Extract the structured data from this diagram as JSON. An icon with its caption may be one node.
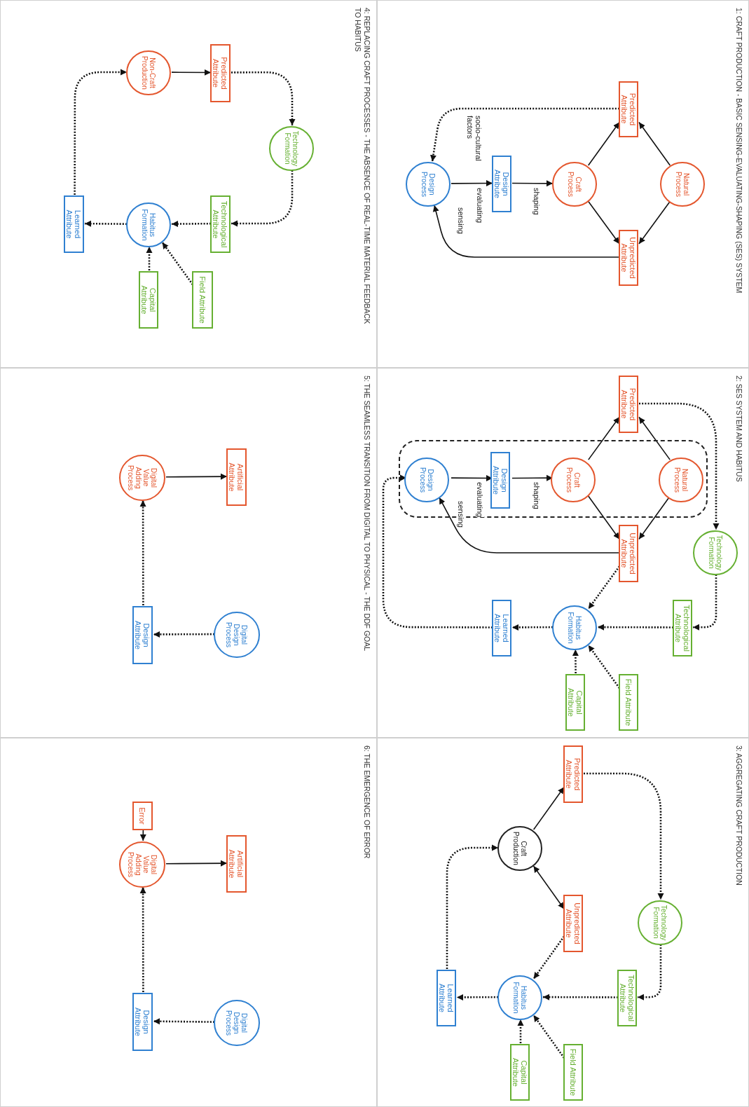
{
  "diagram": {
    "nodes": [
      {
        "text": [
          "1: CRAFT PRODUCTION - BASIC SENSING-EVALUATING-SHAPING (SES) SYSTEM"
        ]
      },
      {
        "text": [
          "Natural Process"
        ],
        "in": 0
      },
      {
        "text": [
          "Predicted Attribute"
        ],
        "in": 0
      },
      {
        "text": [
          "Unpredicted Attribute"
        ],
        "in": 0
      },
      {
        "text": [
          "Craft Process"
        ],
        "in": 0
      },
      {
        "text": [
          "Design Attribute"
        ],
        "in": 0
      },
      {
        "text": [
          "Design Process"
        ],
        "in": 0
      },
      {
        "text": [
          "2: SES SYSTEM AND HABITUS"
        ]
      },
      {
        "text": [
          "Predicted Attribute"
        ],
        "in": 7
      },
      {
        "text": [],
        "shape": "box",
        "in": 7
      },
      {
        "text": [
          "Natural Process"
        ],
        "in": 9
      },
      {
        "text": [
          "Craft Process"
        ],
        "in": 9
      },
      {
        "text": [
          "Design Attribute"
        ],
        "in": 9
      },
      {
        "text": [
          "Design Process"
        ],
        "in": 9
      },
      {
        "text": [
          "Unpredicted Attribute"
        ],
        "in": 7
      },
      {
        "text": [
          "Technology Formation"
        ],
        "in": 7
      },
      {
        "text": [
          "Technological Attribute"
        ],
        "in": 7
      },
      {
        "text": [
          "Habitus Formation"
        ],
        "in": 7
      },
      {
        "text": [
          "Learned Attribute"
        ],
        "in": 7
      },
      {
        "text": [
          "Field Attribute"
        ],
        "in": 7
      },
      {
        "text": [
          "Capital Attribute"
        ],
        "in": 7
      },
      {
        "text": [
          "3: AGGREGATING CRAFT PRODUCTION"
        ]
      },
      {
        "text": [
          "Predicted Attribute"
        ],
        "in": 21
      },
      {
        "text": [
          "Craft Production"
        ],
        "in": 21
      },
      {
        "text": [
          "Unpredicted Attribute"
        ],
        "in": 21
      },
      {
        "text": [
          "Technology Formation"
        ],
        "in": 21
      },
      {
        "text": [
          "Technological Attribute"
        ],
        "in": 21
      },
      {
        "text": [
          "Habitus Formation"
        ],
        "in": 21
      },
      {
        "text": [
          "Learned Attribute"
        ],
        "in": 21
      },
      {
        "text": [
          "Field Attribute"
        ],
        "in": 21
      },
      {
        "text": [
          "Capital Attribute"
        ],
        "in": 21
      },
      {
        "text": [
          "4: REPLACING CRAFT PROCESSES - THE ABSENCE OF REAL-TIME MATERIAL FEEDBACK TO HABITUS"
        ]
      },
      {
        "text": [
          "Non-Craft Production"
        ],
        "in": 31
      },
      {
        "text": [
          "Predicted Attribute"
        ],
        "in": 31
      },
      {
        "text": [
          "Technology Formation"
        ],
        "in": 31
      },
      {
        "text": [
          "Technological Attribute"
        ],
        "in": 31
      },
      {
        "text": [
          "Habitus Formation"
        ],
        "in": 31
      },
      {
        "text": [
          "Learned Attribute"
        ],
        "in": 31
      },
      {
        "text": [
          "Field Attribute"
        ],
        "in": 31
      },
      {
        "text": [
          "Capital Attribute"
        ],
        "in": 31
      },
      {
        "text": [
          "5: THE SEAMLESS TRANSITION FROM DIGITAL TO PHYSICAL - THE DDF GOAL"
        ]
      },
      {
        "text": [
          "Artificial Attribute"
        ],
        "in": 40
      },
      {
        "text": [
          "Digital Value Adding Process"
        ],
        "in": 40
      },
      {
        "text": [
          "Digital Design Process"
        ],
        "in": 40
      },
      {
        "text": [
          "Design Attribute"
        ],
        "in": 40
      },
      {
        "text": [
          "6: THE EMERGENCE OF ERROR"
        ]
      },
      {
        "text": [
          "Error"
        ],
        "in": 45
      },
      {
        "text": [
          "Digital Value Adding Process"
        ],
        "in": 45
      },
      {
        "text": [
          "Artificial Attribute"
        ],
        "in": 45
      },
      {
        "text": [
          "Digital Design Process"
        ],
        "in": 45
      },
      {
        "text": [
          "Design Attribute"
        ],
        "in": 45
      }
    ],
    "edges": [
      {
        "from": 1,
        "to": 2,
        "arrow": "to"
      },
      {
        "from": 1,
        "to": 3,
        "arrow": "to"
      },
      {
        "from": 4,
        "to": 2,
        "arrow": "to"
      },
      {
        "from": 4,
        "to": 3,
        "arrow": "to"
      },
      {
        "from": 6,
        "to": 5,
        "arrow": "to",
        "label": "evaluating"
      },
      {
        "from": 5,
        "to": 4,
        "arrow": "to",
        "label": "shaping"
      },
      {
        "from": 3,
        "to": 6,
        "arrow": "to",
        "label": "sensing"
      },
      {
        "from": 2,
        "to": 6,
        "arrow": "to",
        "label": "socio-cultural factors",
        "style": "dashed"
      },
      {
        "from": 10,
        "to": 8,
        "arrow": "to"
      },
      {
        "from": 10,
        "to": 14,
        "arrow": "to"
      },
      {
        "from": 11,
        "to": 8,
        "arrow": "to"
      },
      {
        "from": 11,
        "to": 14,
        "arrow": "to"
      },
      {
        "from": 13,
        "to": 12,
        "arrow": "to",
        "label": "evaluating"
      },
      {
        "from": 12,
        "to": 11,
        "arrow": "to",
        "label": "shaping"
      },
      {
        "from": 14,
        "to": 13,
        "arrow": "to",
        "label": "sensing"
      },
      {
        "from": 8,
        "to": 15,
        "arrow": "to",
        "style": "dashed"
      },
      {
        "from": 15,
        "to": 16,
        "arrow": "to",
        "style": "dashed"
      },
      {
        "from": 16,
        "to": 17,
        "arrow": "to",
        "style": "dashed"
      },
      {
        "from": 14,
        "to": 17,
        "arrow": "to",
        "style": "dashed"
      },
      {
        "from": 19,
        "to": 17,
        "arrow": "to",
        "style": "dashed"
      },
      {
        "from": 20,
        "to": 17,
        "arrow": "to",
        "style": "dashed"
      },
      {
        "from": 17,
        "to": 18,
        "arrow": "to",
        "style": "dashed"
      },
      {
        "from": 18,
        "to": 13,
        "arrow": "to",
        "style": "dashed"
      },
      {
        "from": 23,
        "to": 22,
        "arrow": "to"
      },
      {
        "from": 23,
        "to": 24,
        "arrow": "both"
      },
      {
        "from": 22,
        "to": 25,
        "arrow": "to",
        "style": "dashed"
      },
      {
        "from": 25,
        "to": 26,
        "arrow": "to",
        "style": "dashed"
      },
      {
        "from": 26,
        "to": 27,
        "arrow": "to",
        "style": "dashed"
      },
      {
        "from": 24,
        "to": 27,
        "arrow": "to",
        "style": "dashed"
      },
      {
        "from": 29,
        "to": 27,
        "arrow": "to",
        "style": "dashed"
      },
      {
        "from": 30,
        "to": 27,
        "arrow": "to",
        "style": "dashed"
      },
      {
        "from": 27,
        "to": 28,
        "arrow": "to",
        "style": "dashed"
      },
      {
        "from": 28,
        "to": 23,
        "arrow": "to",
        "style": "dashed"
      },
      {
        "from": 32,
        "to": 33,
        "arrow": "to"
      },
      {
        "from": 33,
        "to": 34,
        "arrow": "to",
        "style": "dashed"
      },
      {
        "from": 34,
        "to": 35,
        "arrow": "to",
        "style": "dashed"
      },
      {
        "from": 35,
        "to": 36,
        "arrow": "to",
        "style": "dashed"
      },
      {
        "from": 38,
        "to": 36,
        "arrow": "to",
        "style": "dashed"
      },
      {
        "from": 39,
        "to": 36,
        "arrow": "to",
        "style": "dashed"
      },
      {
        "from": 36,
        "to": 37,
        "arrow": "to",
        "style": "dashed"
      },
      {
        "from": 37,
        "to": 32,
        "arrow": "to",
        "style": "dashed"
      },
      {
        "from": 42,
        "to": 41,
        "arrow": "to"
      },
      {
        "from": 43,
        "to": 44,
        "arrow": "to",
        "style": "dashed"
      },
      {
        "from": 44,
        "to": 42,
        "arrow": "to",
        "style": "dashed"
      },
      {
        "from": 46,
        "to": 47,
        "arrow": "to"
      },
      {
        "from": 47,
        "to": 48,
        "arrow": "to"
      },
      {
        "from": 49,
        "to": 50,
        "arrow": "to",
        "style": "dashed"
      },
      {
        "from": 50,
        "to": 47,
        "arrow": "to",
        "style": "dashed"
      }
    ]
  }
}
